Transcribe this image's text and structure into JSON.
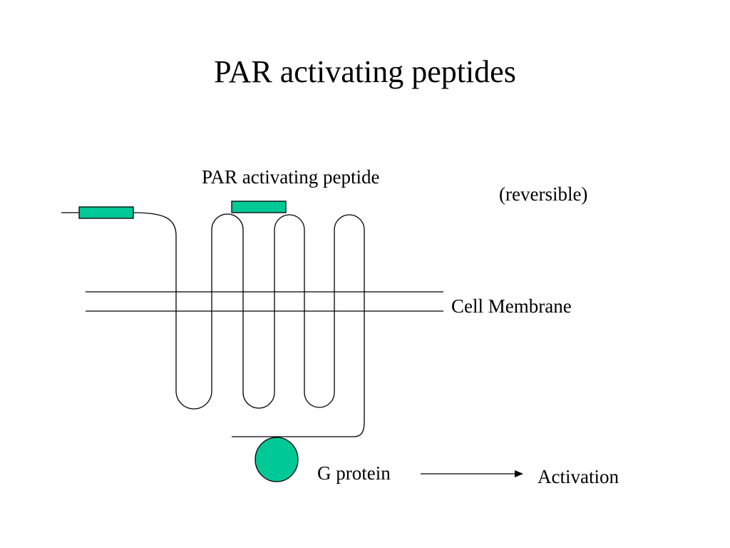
{
  "slide": {
    "title": "PAR activating peptides"
  },
  "diagram": {
    "peptide_label": "PAR activating peptide",
    "reversible_label": "(reversible)",
    "membrane_label": "Cell Membrane",
    "gprotein_label": "G protein",
    "activation_label": "Activation",
    "colors": {
      "peptide_fill": "#00c896",
      "g_protein_fill": "#00c896",
      "line": "#000000"
    }
  }
}
